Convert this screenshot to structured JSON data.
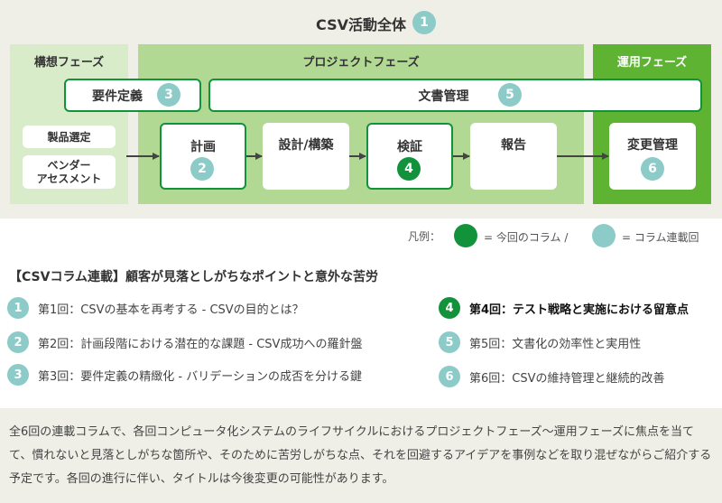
{
  "diagram": {
    "title": "CSV活動全体",
    "title_badge": "1",
    "phases": {
      "concept": "構想フェーズ",
      "project": "プロジェクトフェーズ",
      "operation": "運用フェーズ"
    },
    "concept_items": [
      "製品選定",
      "ベンダー\nアセスメント"
    ],
    "requirements": {
      "label": "要件定義",
      "badge": "3"
    },
    "documents": {
      "label": "文書管理",
      "badge": "5"
    },
    "steps": [
      {
        "label": "計画",
        "badge": "2"
      },
      {
        "label": "設計/構築"
      },
      {
        "label": "検証",
        "badge": "4"
      },
      {
        "label": "報告"
      },
      {
        "label": "変更管理",
        "badge": "6"
      }
    ],
    "legend": {
      "prefix": "凡例：",
      "current": "= 今回のコラム /",
      "series": "= コラム連載回"
    }
  },
  "series": {
    "heading": "【CSVコラム連載】顧客が見落としがちなポイントと意外な苦労",
    "items": [
      {
        "num": "1",
        "text": "第1回：CSVの基本を再考する - CSVの目的とは？"
      },
      {
        "num": "2",
        "text": "第2回：計画段階における潜在的な課題 - CSV成功への羅針盤"
      },
      {
        "num": "3",
        "text": "第3回：要件定義の精緻化 - バリデーションの成否を分ける鍵"
      },
      {
        "num": "4",
        "text": "第4回：テスト戦略と実施における留意点",
        "current": true
      },
      {
        "num": "5",
        "text": "第5回：文書化の効率性と実用性"
      },
      {
        "num": "6",
        "text": "第6回：CSVの維持管理と継続的改善"
      }
    ]
  },
  "description": "全6回の連載コラムで、各回コンピュータ化システムのライフサイクルにおけるプロジェクトフェーズ〜運用フェーズに焦点を当てて、慣れないと見落としがちな箇所や、そのために苦労しがちな点、それを回避するアイデアを事例などを取り混ぜながらご紹介する予定です。各回の進行に伴い、タイトルは今後変更の可能性があります。",
  "colors": {
    "teal": "#8ccbc7",
    "current_green": "#12923a",
    "concept_bg": "#d9ecc9",
    "project_bg": "#b2d994",
    "operation_bg": "#5fb333",
    "top_panel_bg": "#efefe7"
  }
}
